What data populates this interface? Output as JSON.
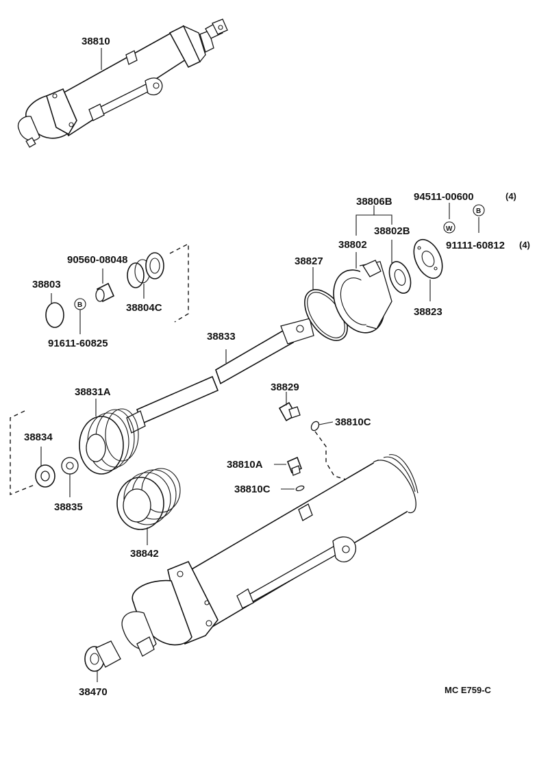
{
  "labels": {
    "p38810": "38810",
    "p94511": "94511-00600",
    "p94511_qty": "(4)",
    "p38806B": "38806B",
    "p38802B": "38802B",
    "p38802": "38802",
    "p91111": "91111-60812",
    "p91111_qty": "(4)",
    "p90560": "90560-08048",
    "p38827": "38827",
    "p38803": "38803",
    "p38804C": "38804C",
    "p38823": "38823",
    "p91611": "91611-60825",
    "p38833": "38833",
    "p38831A": "38831A",
    "p38829": "38829",
    "p38810C_a": "38810C",
    "p38834": "38834",
    "p38810A": "38810A",
    "p38810C_b": "38810C",
    "p38835": "38835",
    "p38842": "38842",
    "p38470": "38470",
    "code": "MC E759-C"
  },
  "symbols": {
    "w": "W",
    "b1": "B",
    "b2": "B"
  }
}
